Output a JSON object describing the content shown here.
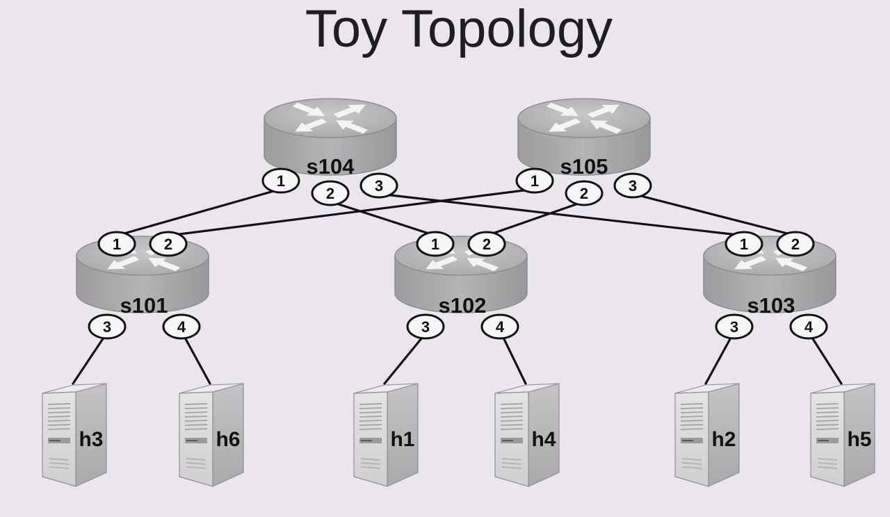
{
  "title": "Toy Topology",
  "switches": [
    {
      "id": "s104",
      "label": "s104",
      "ports": [
        "1",
        "2",
        "3"
      ]
    },
    {
      "id": "s105",
      "label": "s105",
      "ports": [
        "1",
        "2",
        "3"
      ]
    },
    {
      "id": "s101",
      "label": "s101",
      "ports": [
        "1",
        "2",
        "3",
        "4"
      ]
    },
    {
      "id": "s102",
      "label": "s102",
      "ports": [
        "1",
        "2",
        "3",
        "4"
      ]
    },
    {
      "id": "s103",
      "label": "s103",
      "ports": [
        "1",
        "2",
        "3",
        "4"
      ]
    }
  ],
  "hosts": [
    {
      "id": "h3",
      "label": "h3",
      "switch": "s101",
      "port": "3"
    },
    {
      "id": "h6",
      "label": "h6",
      "switch": "s101",
      "port": "4"
    },
    {
      "id": "h1",
      "label": "h1",
      "switch": "s102",
      "port": "3"
    },
    {
      "id": "h4",
      "label": "h4",
      "switch": "s102",
      "port": "4"
    },
    {
      "id": "h2",
      "label": "h2",
      "switch": "s103",
      "port": "3"
    },
    {
      "id": "h5",
      "label": "h5",
      "switch": "s103",
      "port": "4"
    }
  ],
  "links": [
    {
      "from": "s104",
      "from_port": "1",
      "to": "s101",
      "to_port": "1"
    },
    {
      "from": "s104",
      "from_port": "2",
      "to": "s102",
      "to_port": "1"
    },
    {
      "from": "s104",
      "from_port": "3",
      "to": "s103",
      "to_port": "1"
    },
    {
      "from": "s105",
      "from_port": "1",
      "to": "s101",
      "to_port": "2"
    },
    {
      "from": "s105",
      "from_port": "2",
      "to": "s102",
      "to_port": "2"
    },
    {
      "from": "s105",
      "from_port": "3",
      "to": "s103",
      "to_port": "2"
    }
  ],
  "colors": {
    "background": "#ebe6ed",
    "router_fill": "#a5a5a8",
    "router_top": "#bdbdc0",
    "arrow": "#f4f4f6",
    "server_front": "#d9d9da",
    "server_side": "#b3b3b5",
    "line": "#111111"
  },
  "icons": {
    "switch": "router-icon",
    "host": "server-icon"
  }
}
